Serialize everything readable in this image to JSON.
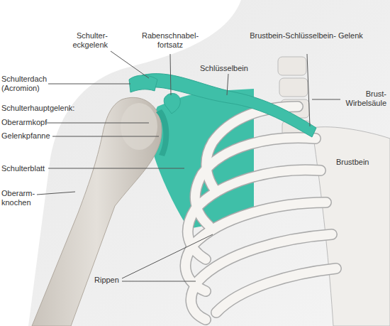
{
  "diagram": {
    "labels": [
      "Schulter- eckgelenk",
      "Rabenschnabel- fortsatz",
      "Brustbein-Schlüsselbein- Gelenk",
      "Schlüsselbein",
      "Schulterdach (Acromion)",
      "Brust- Wirbelsäule",
      "Schulterhauptgelenk:",
      "Oberarmkopf",
      "Gelenkpfanne",
      "Brustbein",
      "Schulterblatt",
      "Oberarm- knochen",
      "Rippen"
    ]
  }
}
